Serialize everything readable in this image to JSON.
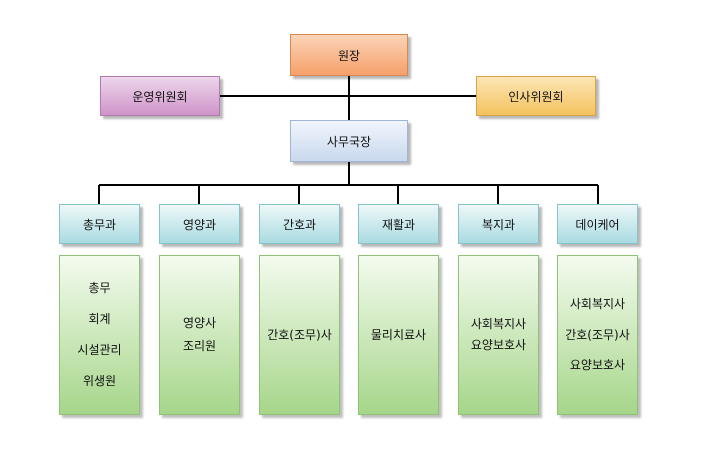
{
  "org": {
    "director": "원장",
    "operations_committee": "운영위원회",
    "hr_committee": "인사위원회",
    "secretary_general": "사무국장",
    "departments": [
      {
        "name": "총무과",
        "staff": [
          "총무",
          "회계",
          "시설관리",
          "위생원"
        ]
      },
      {
        "name": "영양과",
        "staff": [
          "영양사",
          "조리원"
        ]
      },
      {
        "name": "간호과",
        "staff": [
          "간호(조무)사"
        ]
      },
      {
        "name": "재활과",
        "staff": [
          "물리치료사"
        ]
      },
      {
        "name": "복지과",
        "staff": [
          "사회복지사",
          "요양보호사"
        ]
      },
      {
        "name": "데이케어",
        "staff": [
          "사회복지사",
          "간호(조무)사",
          "요양보호사"
        ]
      }
    ]
  },
  "colors": {
    "director": "#f6a06a",
    "operations_committee": "#cf94c8",
    "hr_committee": "#f4c25e",
    "secretary_general": "#c8d8ee",
    "department": "#a9dbe1",
    "staff": "#a6d68a",
    "connector": "#000000"
  }
}
